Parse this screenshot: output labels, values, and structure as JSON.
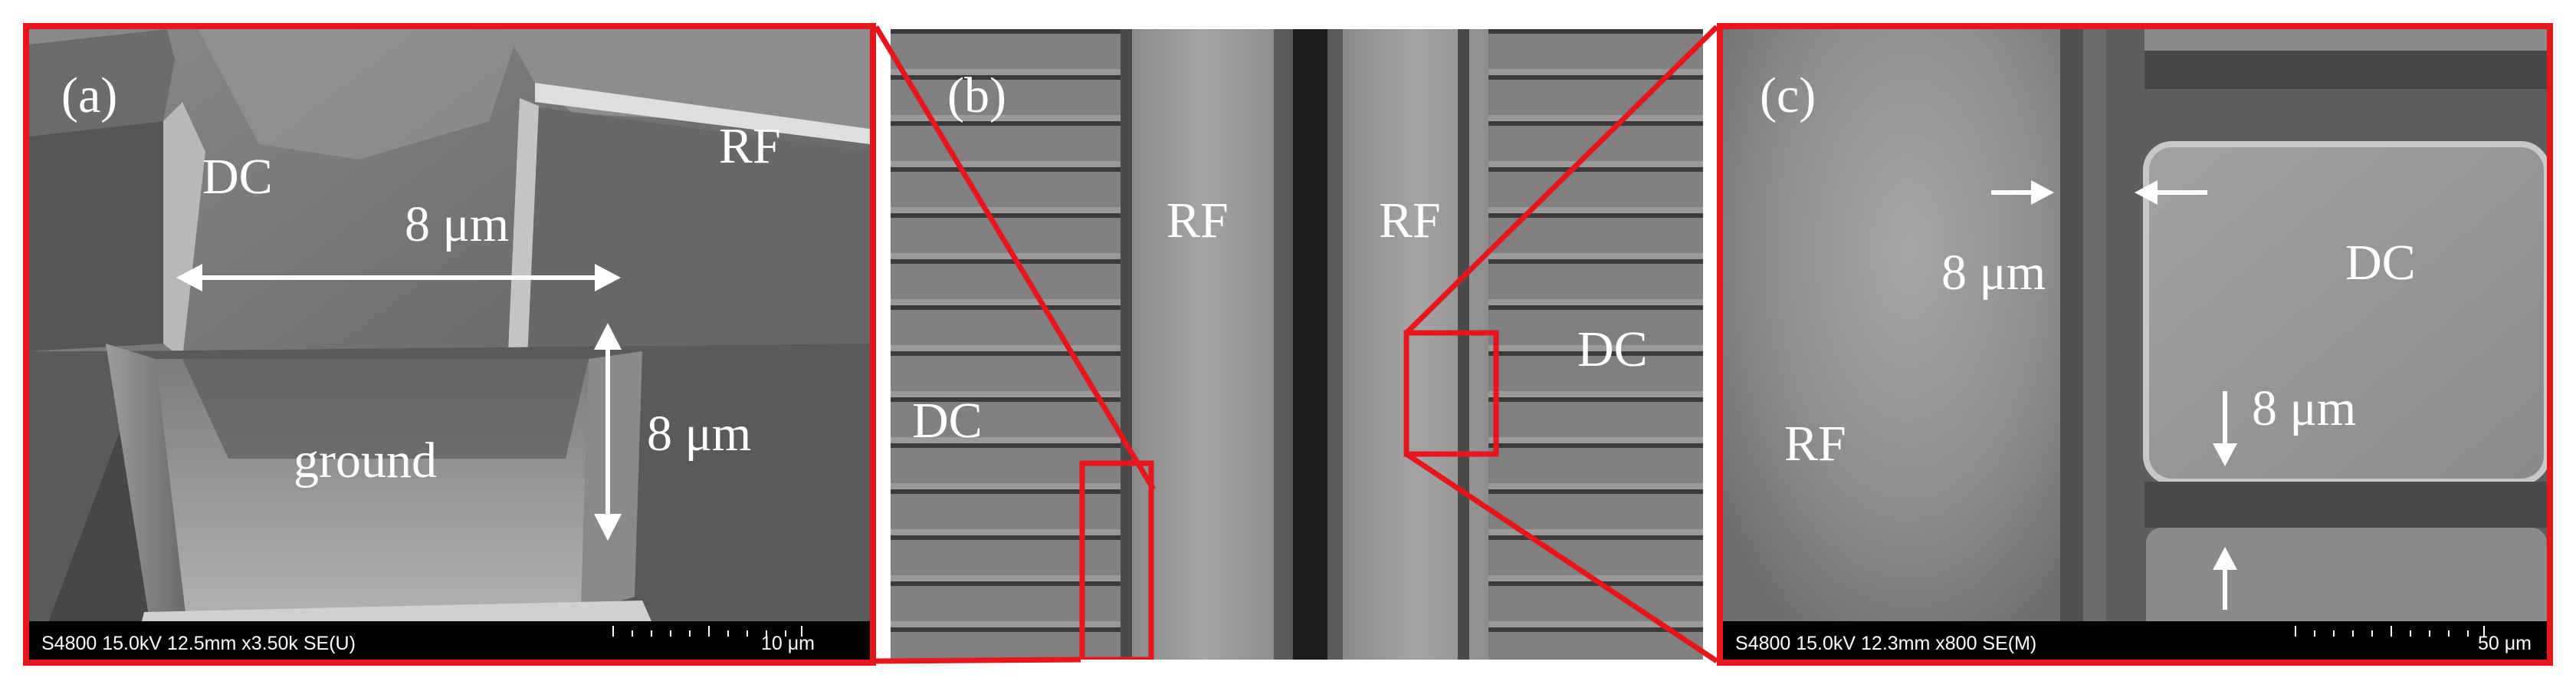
{
  "panel_a": {
    "tag": "(a)",
    "label_dc": "DC",
    "label_rf": "RF",
    "label_gap": "8 μm",
    "label_depth": "8 μm",
    "label_ground": "ground",
    "info": "S4800 15.0kV 12.5mm x3.50k SE(U)",
    "scale": "10 μm"
  },
  "panel_b": {
    "tag": "(b)",
    "label_rf_left": "RF",
    "label_rf_right": "RF",
    "label_dc_left": "DC",
    "label_dc_right": "DC"
  },
  "panel_c": {
    "tag": "(c)",
    "label_gap": "8 μm",
    "label_dc": "DC",
    "label_vgap": "8 μm",
    "label_rf": "RF",
    "info": "S4800 15.0kV 12.3mm x800 SE(M)",
    "scale": "50 μm"
  },
  "colors": {
    "frame": "#e8161b",
    "text": "#ffffff",
    "arrow": "#ffffff"
  }
}
